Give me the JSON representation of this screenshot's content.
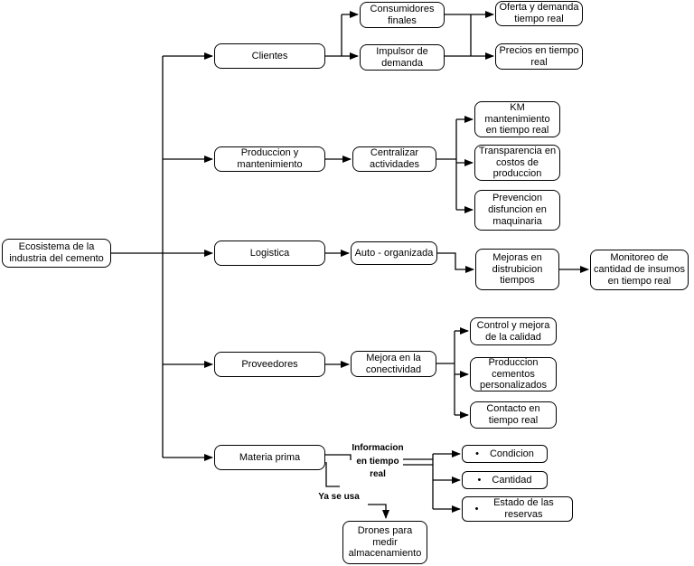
{
  "diagram_title": "Ecosistema de la industria del cemento",
  "bullet": "•",
  "colors": {
    "stroke": "#000000",
    "node_fill": "#ffffff",
    "background": "#ffffff",
    "text": "#000000"
  },
  "nodes": {
    "root": {
      "label": "Ecosistema de la industria del cemento"
    },
    "clientes": {
      "label": "Clientes"
    },
    "consumidores_finales": {
      "label": "Consumidores finales"
    },
    "oferta_demanda": {
      "label": "Oferta y demanda tiempo real"
    },
    "impulsor_demanda": {
      "label": "Impulsor de demanda"
    },
    "precios_tiempo_real": {
      "label": "Precios en tiempo real"
    },
    "produccion_mantenimiento": {
      "label": "Produccion y mantenimiento"
    },
    "centralizar_actividades": {
      "label": "Centralizar actividades"
    },
    "km_mantenimiento": {
      "label": "KM mantenimiento en tiempo real"
    },
    "transparencia_costos": {
      "label": "Transparencia en costos de produccion"
    },
    "prevencion_disfuncion": {
      "label": "Prevencion disfuncion en maquinaria"
    },
    "logistica": {
      "label": "Logistica"
    },
    "auto_organizada": {
      "label": "Auto - organizada"
    },
    "mejoras_distrubicion": {
      "label": "Mejoras en distrubicion tiempos"
    },
    "monitoreo_insumos": {
      "label": "Monitoreo de cantidad de insumos en tiempo real"
    },
    "proveedores": {
      "label": "Proveedores"
    },
    "mejora_conectividad": {
      "label": "Mejora en la conectividad"
    },
    "control_calidad": {
      "label": "Control y mejora de la calidad"
    },
    "produccion_cementos": {
      "label": "Produccion cementos personalizados"
    },
    "contacto_tiempo_real": {
      "label": "Contacto en tiempo real"
    },
    "materia_prima": {
      "label": "Materia prima"
    },
    "condicion": {
      "label": "Condicion"
    },
    "cantidad": {
      "label": "Cantidad"
    },
    "estado_reservas": {
      "label": "Estado de las reservas"
    },
    "drones": {
      "label": "Drones para medir almacenamiento"
    }
  },
  "annotations": {
    "informacion_tiempo_real": "Informacion en tiempo real",
    "ya_se_usa": "Ya se usa"
  }
}
